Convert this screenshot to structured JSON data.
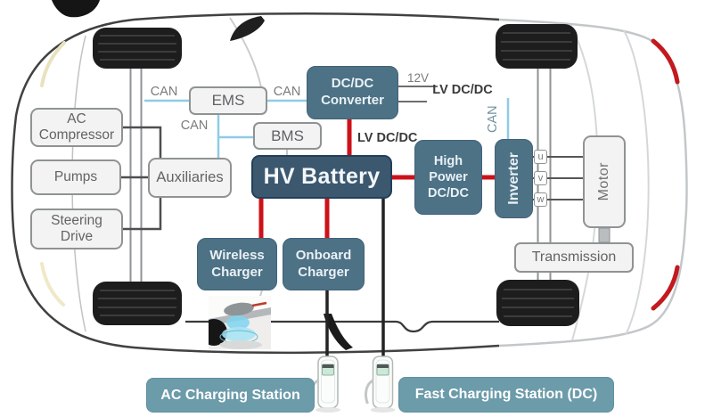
{
  "components": {
    "ac_compressor": "AC Compressor",
    "pumps": "Pumps",
    "steering_drive": "Steering Drive",
    "auxiliaries": "Auxiliaries",
    "ems": "EMS",
    "bms": "BMS",
    "dcdc_converter": "DC/DC Converter",
    "hv_battery": "HV Battery",
    "high_power_dcdc": "High Power DC/DC",
    "inverter": "Inverter",
    "motor": "Motor",
    "transmission": "Transmission",
    "wireless_charger": "Wireless Charger",
    "onboard_charger": "Onboard Charger"
  },
  "stations": {
    "ac": "AC Charging Station",
    "dc_fast": "Fast Charging Station (DC)"
  },
  "bus_labels": {
    "can_ems_left": "CAN",
    "can_ems_right": "CAN",
    "can_bms": "CAN",
    "can_inverter": "CAN",
    "supply_12v": "12V",
    "lv_dcdc_converter": "LV DC/DC",
    "lv_dcdc_battery": "LV DC/DC",
    "phase_u": "u",
    "phase_v": "v",
    "phase_w": "w"
  },
  "colors": {
    "dark_module": "#4d7185",
    "battery_module": "#3c586f",
    "station_banner": "#6c9baa",
    "hv_cable_red": "#ce1118",
    "can_bus_blue": "#8fcbe5",
    "lv_wire_gray": "#6e6e6e",
    "charge_cable_black": "#232323",
    "light_box_fill": "#f3f3f3",
    "light_box_border": "#8f9394"
  }
}
